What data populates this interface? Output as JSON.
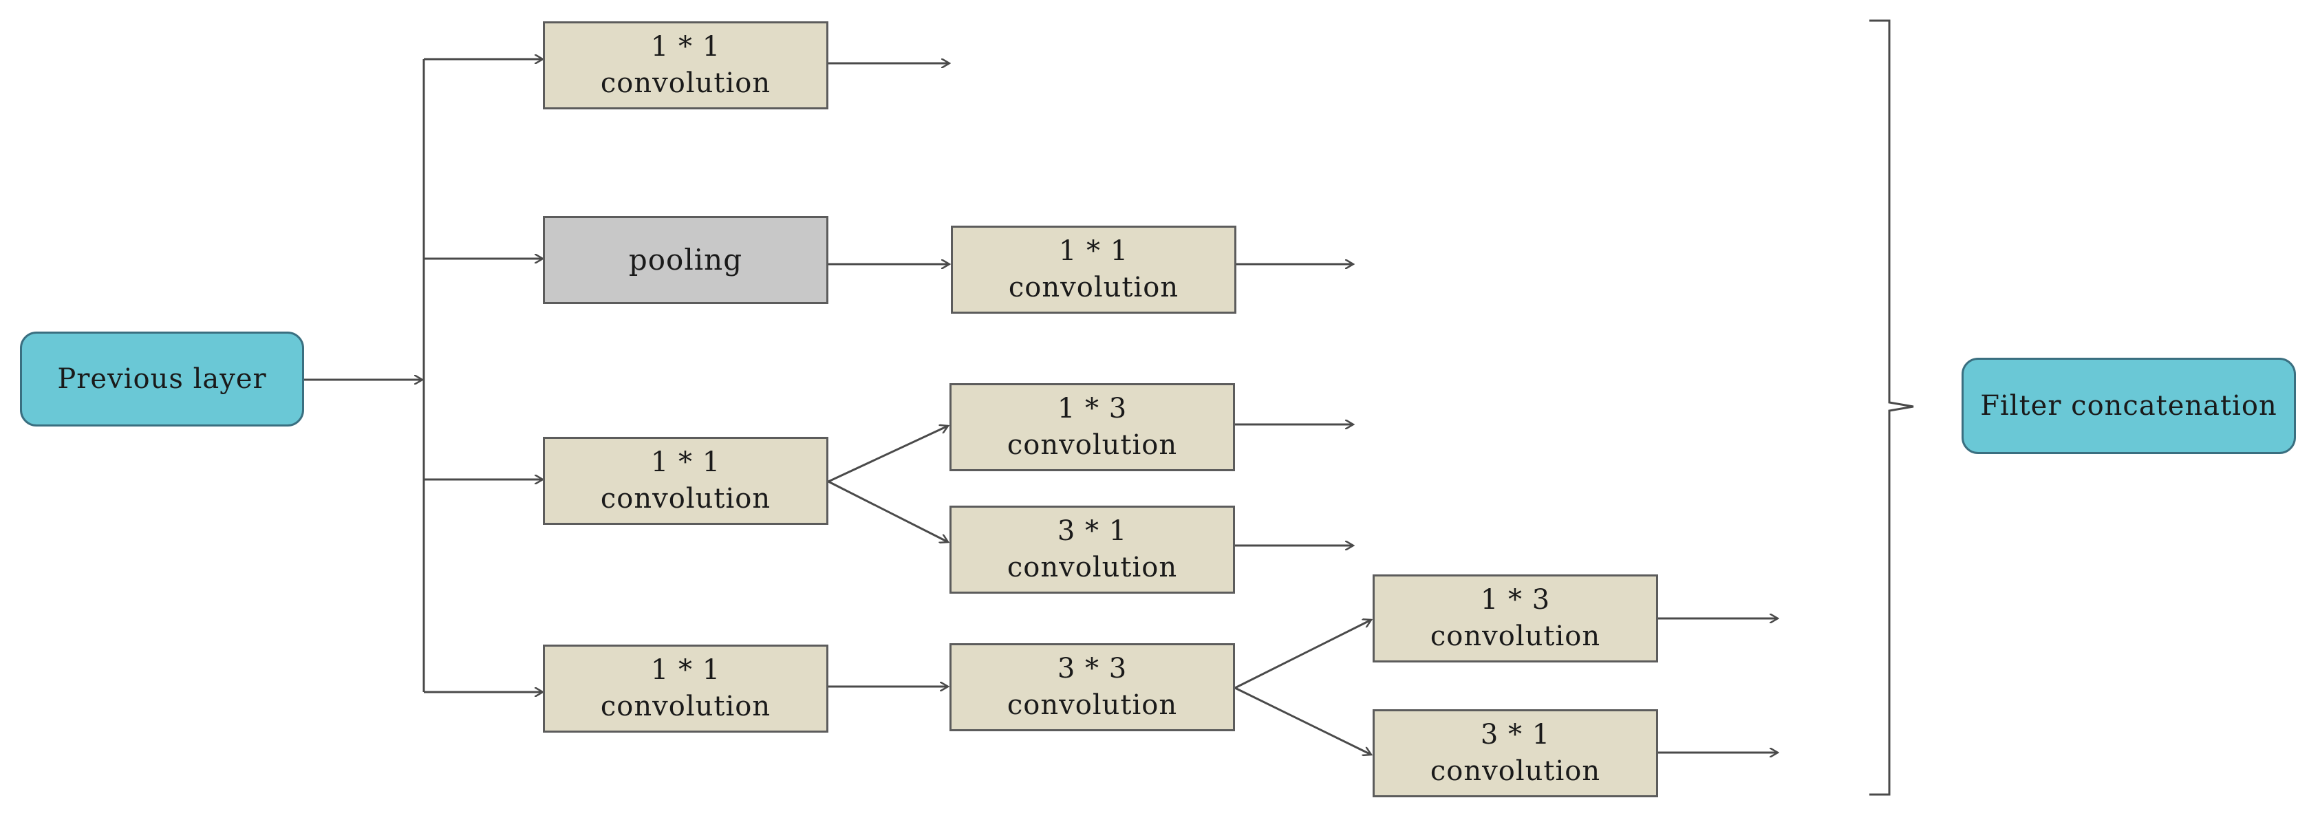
{
  "input": {
    "label": "Previous layer"
  },
  "output": {
    "label": "Filter concatenation"
  },
  "branches": {
    "b1": {
      "conv": {
        "line1": "1 * 1",
        "line2": "convolution"
      }
    },
    "b2": {
      "pool": {
        "label": "pooling"
      },
      "conv": {
        "line1": "1 * 1",
        "line2": "convolution"
      }
    },
    "b3": {
      "conv": {
        "line1": "1 * 1",
        "line2": "convolution"
      },
      "conv_a": {
        "line1": "1 * 3",
        "line2": "convolution"
      },
      "conv_b": {
        "line1": "3 * 1",
        "line2": "convolution"
      }
    },
    "b4": {
      "conv1": {
        "line1": "1 * 1",
        "line2": "convolution"
      },
      "conv2": {
        "line1": "3 * 3",
        "line2": "convolution"
      },
      "conv_a": {
        "line1": "1 * 3",
        "line2": "convolution"
      },
      "conv_b": {
        "line1": "3 * 1",
        "line2": "convolution"
      }
    }
  },
  "colors": {
    "conv_fill": "#e1dcc7",
    "pool_fill": "#c8c8c8",
    "io_fill": "#6ac8d6",
    "line": "#4a4a4a"
  }
}
